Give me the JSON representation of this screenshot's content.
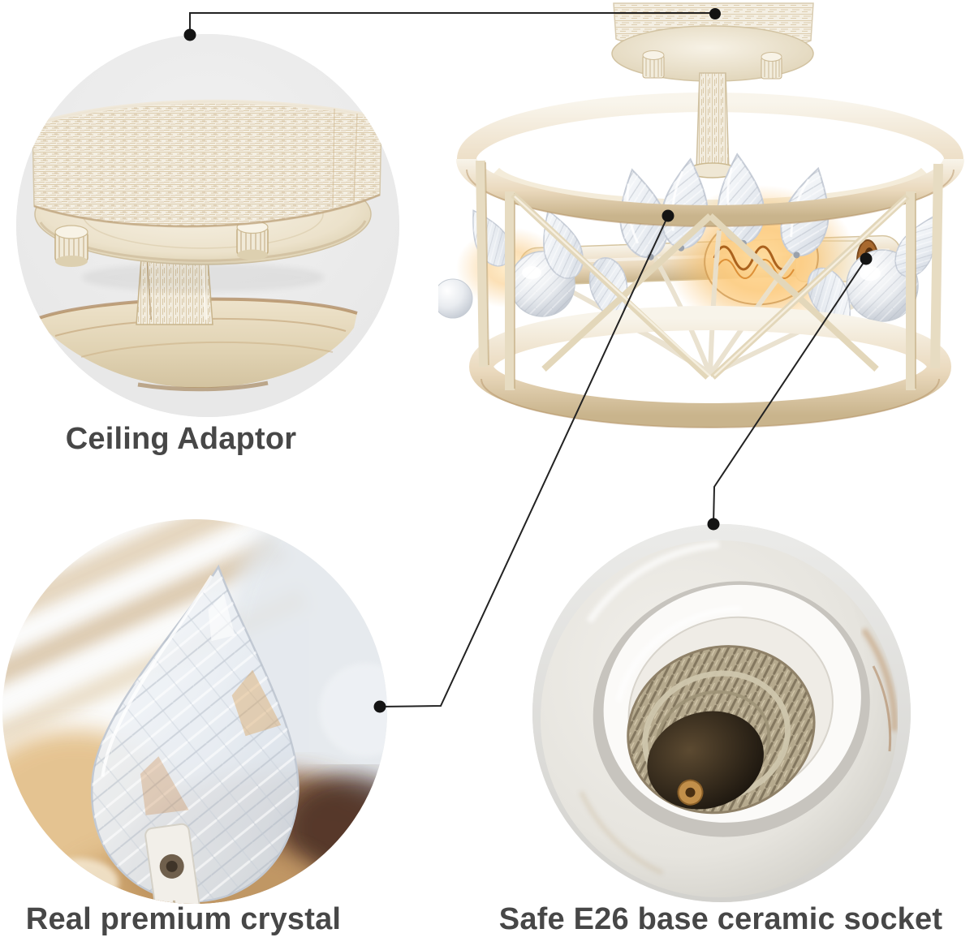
{
  "product": {
    "description": "Distressed white drum cage semi-flush ceiling light with crystal leaves and a lit Edison bulb"
  },
  "features": [
    {
      "id": "ceiling-adaptor",
      "label": "Ceiling Adaptor",
      "image": "ceiling-adaptor-closeup"
    },
    {
      "id": "crystal",
      "label": "Real premium crystal",
      "image": "faceted-crystal-closeup"
    },
    {
      "id": "socket",
      "label": "Safe E26 base ceramic socket",
      "image": "e26-ceramic-socket-closeup"
    }
  ],
  "colors": {
    "background": "#ffffff",
    "label_text": "#474747",
    "connector_line": "#222222",
    "callout_dot": "#141414",
    "detail_circle_bg": "#ebebeb",
    "metal_cream": "#ead9bd",
    "bulb_glow": "#f8bd63"
  }
}
